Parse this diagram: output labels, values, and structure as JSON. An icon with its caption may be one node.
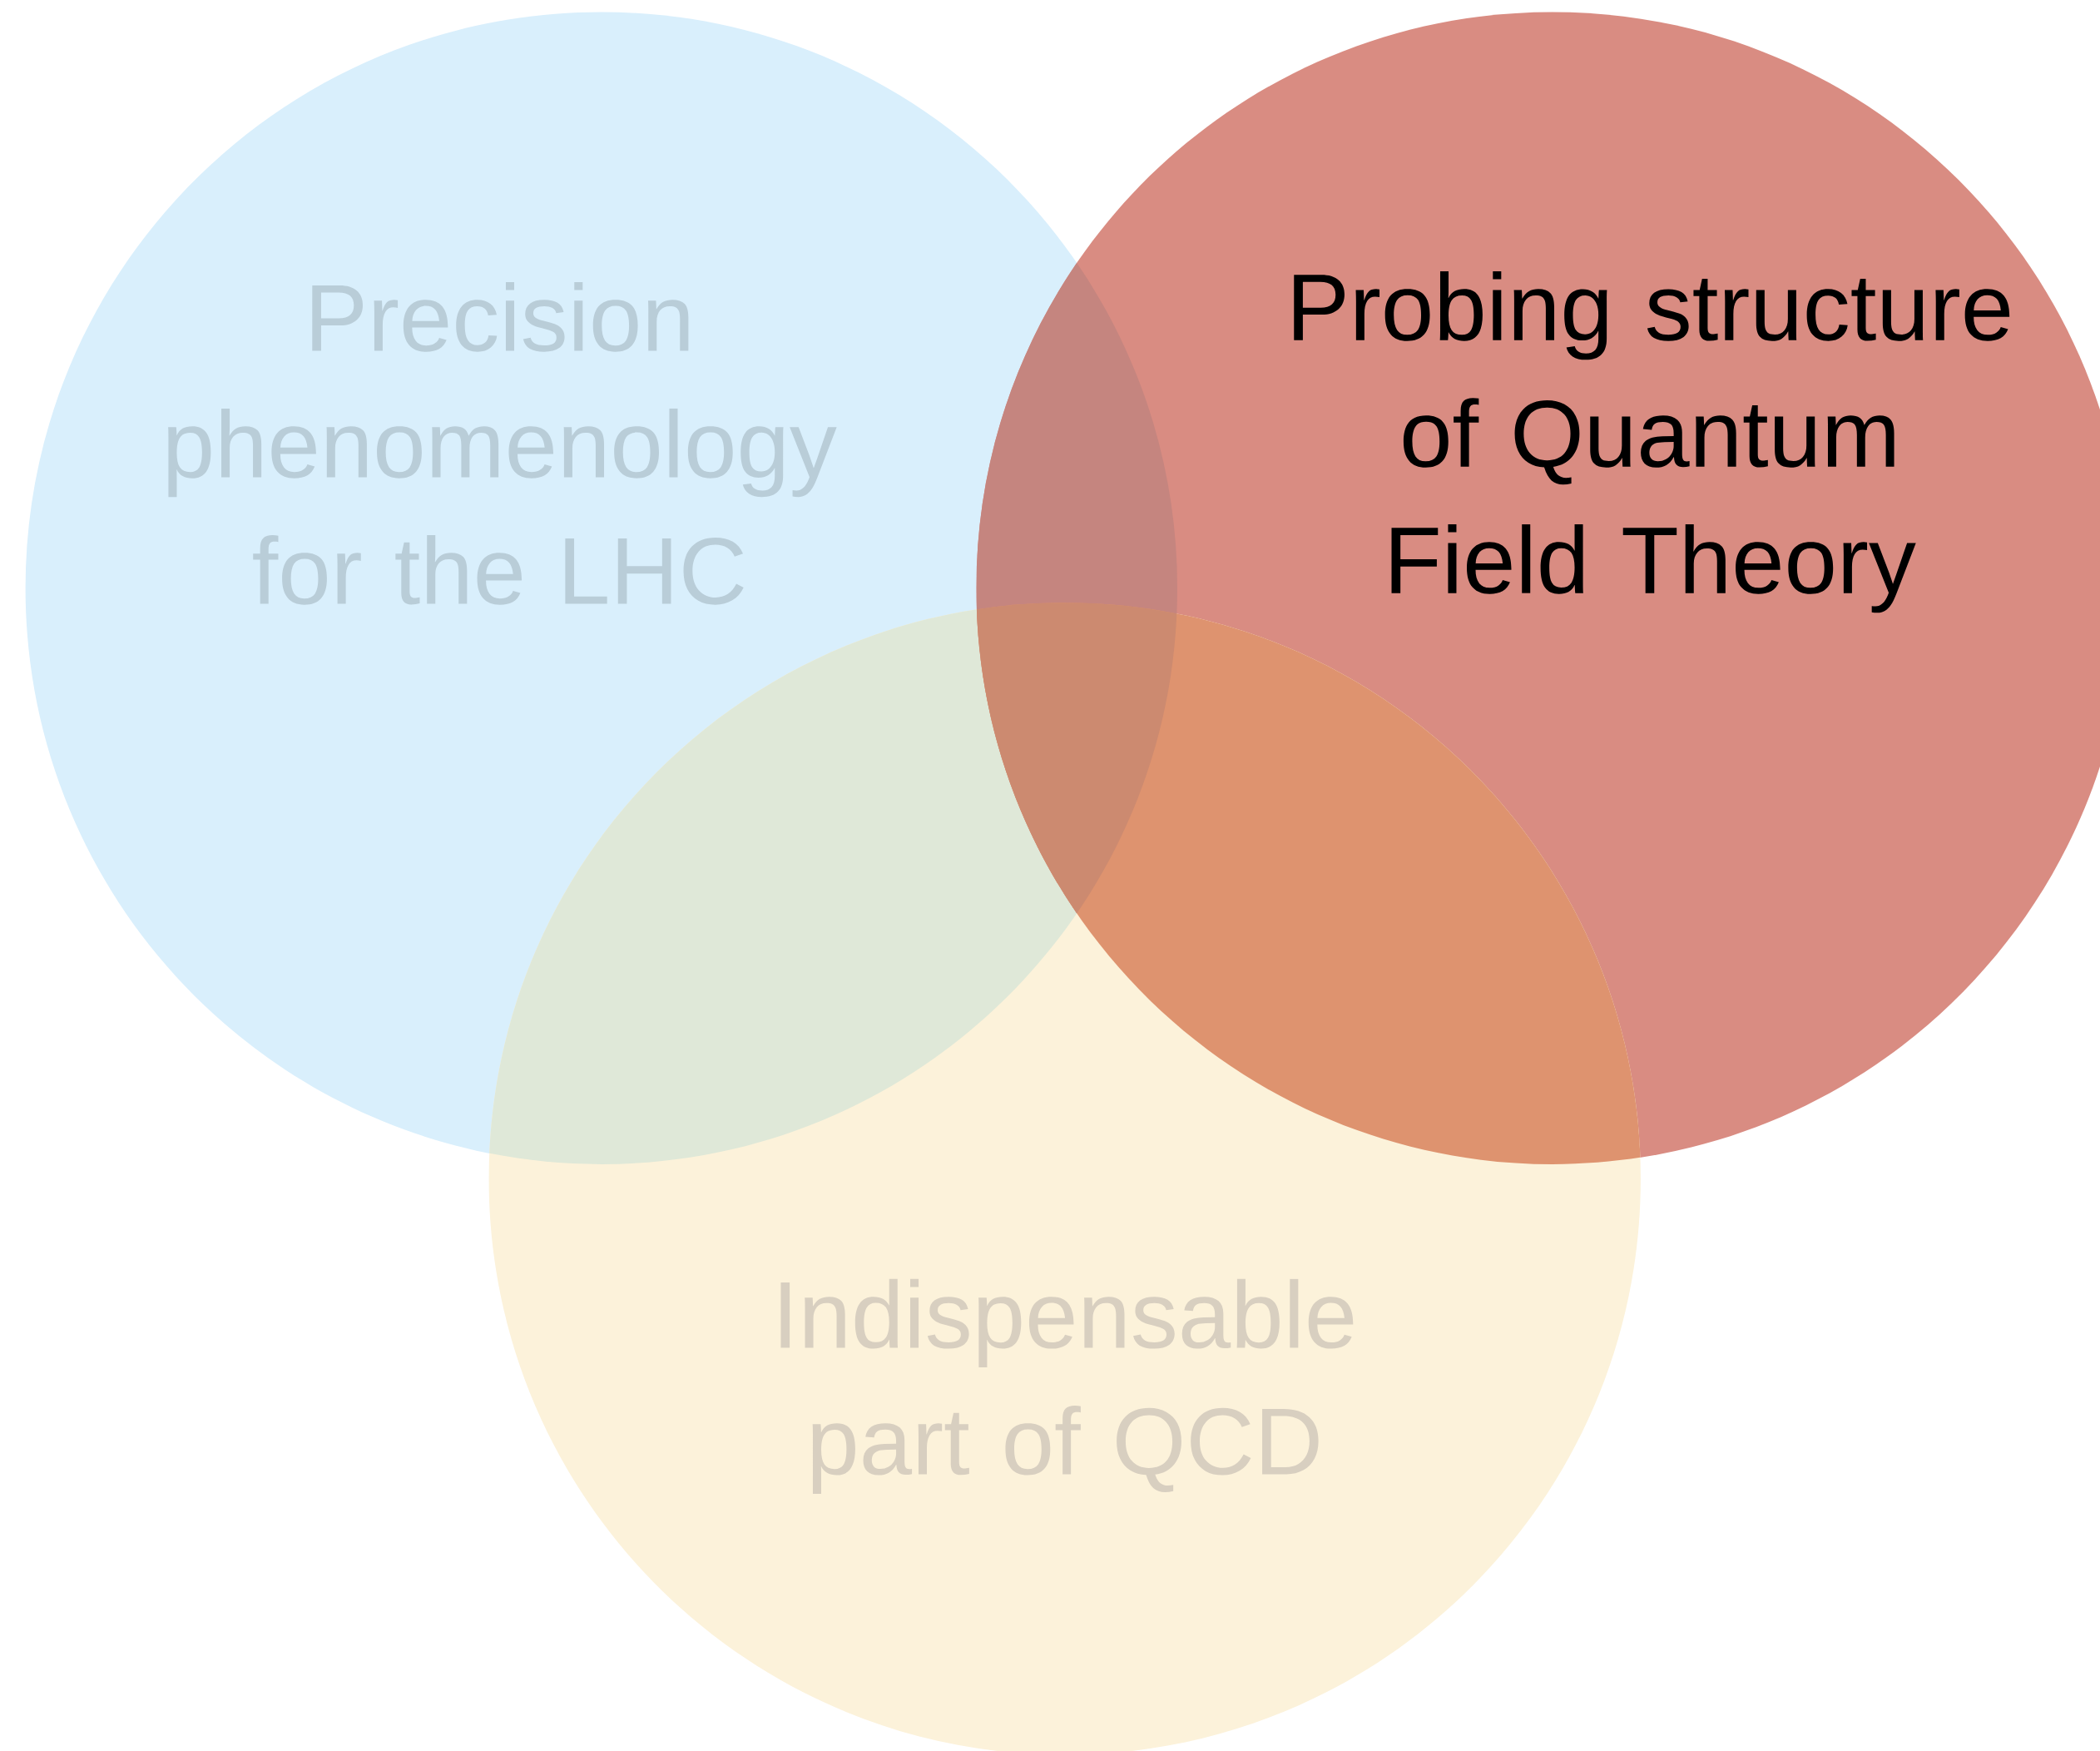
{
  "diagram": {
    "nodes": [
      {
        "text": [
          "Precision phenomenology for the LHC"
        ]
      },
      {
        "text": [
          "Probing structure of Quantum Field Theory"
        ]
      },
      {
        "text": [
          "Indispensable part of QCD"
        ]
      }
    ]
  }
}
